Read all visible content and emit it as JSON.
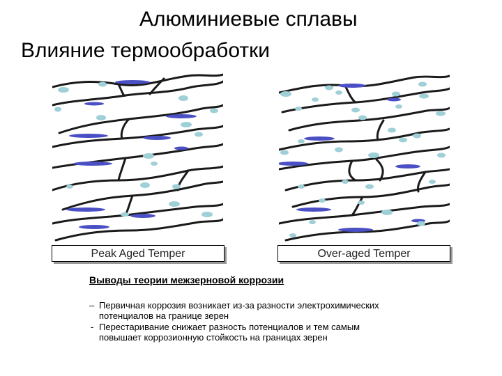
{
  "title": {
    "line1": "Алюминиевые сплавы",
    "line2": "Влияние термообработки"
  },
  "panels": [
    {
      "caption": "Peak Aged Temper"
    },
    {
      "caption": "Over-aged Temper"
    }
  ],
  "conclusions": {
    "heading": "Выводы теории межзерновой коррозии",
    "bullets": [
      {
        "marker": "–",
        "line1": "Первичная коррозия возникает из-за разности электрохимических",
        "line2": "потенциалов  на границе зерен"
      },
      {
        "marker": "-",
        "line1": "Перестаривание снижает разность потенциалов и тем самым",
        "line2": "повышает коррозионную стойкость на границах зерен"
      }
    ]
  },
  "colors": {
    "grain_boundary": "#1a1a1a",
    "precipitate_dark": "#4a4fc4",
    "precipitate_light": "#9fd0d8"
  }
}
